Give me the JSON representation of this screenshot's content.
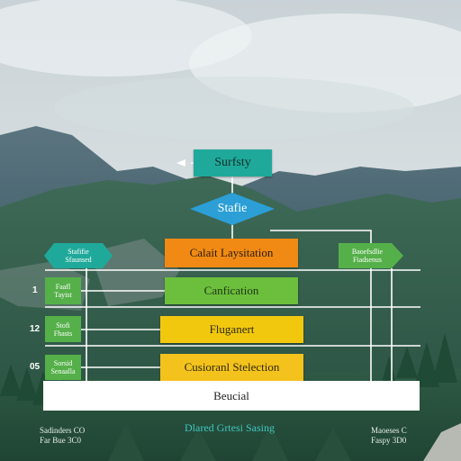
{
  "diagram": {
    "top_node": "Surfsty",
    "decision_node": "Stafie",
    "left_branch": "Stafifie\nSfaunsed",
    "right_branch": "Baoefsdlie\nFiadsenus",
    "main_steps": [
      "Calait Laysitation",
      "Canfication",
      "Fluganert",
      "Cusioranl Stelection"
    ],
    "side_steps": [
      "Faafl\nTayist",
      "Stofi\nFhasts",
      "Sorsid\nSenaalla"
    ],
    "row_labels": [
      "1",
      "12",
      "05"
    ],
    "bottom_bar": "Beucial"
  },
  "footer": {
    "left": "Sadinders CO\nFar Bue 3C0",
    "center": "Dlared Grtesi Sasing",
    "right": "Maoeses C\nFaspy 3D0"
  },
  "colors": {
    "teal": "#1fa99a",
    "blue": "#2b9fd6",
    "orange": "#f08a14",
    "green": "#6cbf3c",
    "yellow": "#f2c80f",
    "gold": "#f4c21c",
    "lines": "#ffffff"
  }
}
